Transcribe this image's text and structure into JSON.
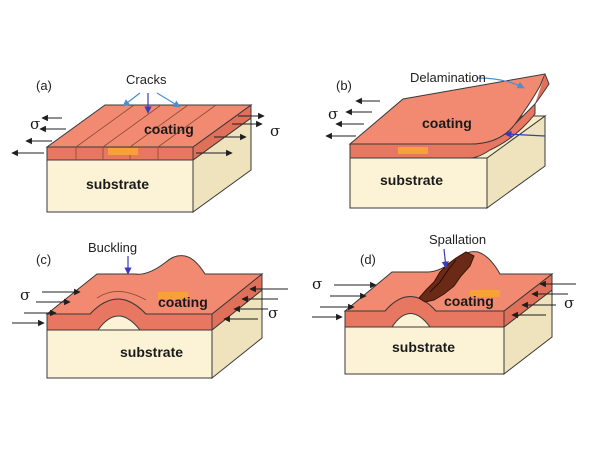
{
  "panels": [
    {
      "letter": "(a)",
      "defect": "Cracks",
      "coating": "coating",
      "substrate": "substrate",
      "stress_left": "σ",
      "stress_right": "σ"
    },
    {
      "letter": "(b)",
      "defect": "Delamination",
      "coating": "coating",
      "substrate": "substrate",
      "stress_left": "σ"
    },
    {
      "letter": "(c)",
      "defect": "Buckling",
      "coating": "coating",
      "substrate": "substrate",
      "stress_left": "σ",
      "stress_right": "σ"
    },
    {
      "letter": "(d)",
      "defect": "Spallation",
      "coating": "coating",
      "substrate": "substrate",
      "stress_left": "σ",
      "stress_right": "σ"
    }
  ],
  "colors": {
    "coating_top": "#f28a72",
    "coating_side": "#e87761",
    "substrate_front": "#fcf3d6",
    "substrate_side": "#eee3bd",
    "spall": "#6b2a16",
    "inclusion": "#f6a13a",
    "callout": "#4a8fd0"
  }
}
